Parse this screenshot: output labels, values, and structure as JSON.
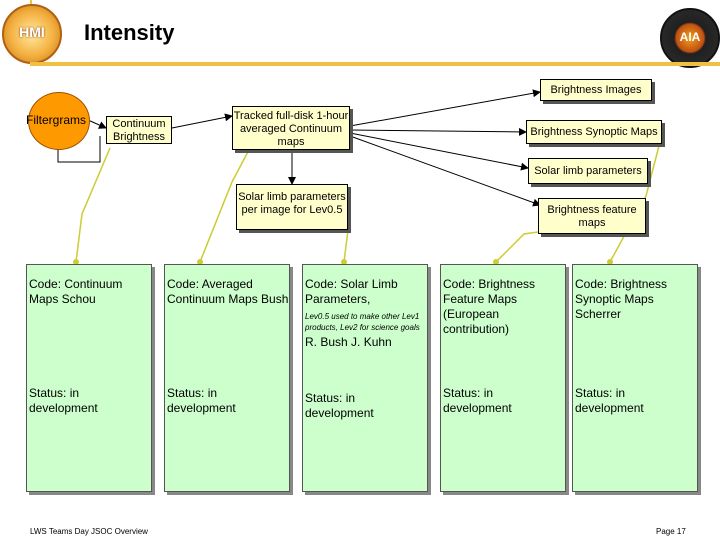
{
  "title": "Intensity",
  "logos": {
    "left": "HMI",
    "right": "AIA"
  },
  "nodes": {
    "filtergrams": "Filtergrams",
    "continuum_brightness": "Continuum Brightness",
    "tracked_maps": "Tracked full-disk 1-hour averaged Continuum maps",
    "brightness_images": "Brightness Images",
    "brightness_synoptic_maps": "Brightness Synoptic Maps",
    "solar_limb_parameters": "Solar limb parameters",
    "solar_limb_per_image": "Solar limb parameters per image for Lev0.5",
    "brightness_feature_maps": "Brightness feature maps"
  },
  "cards": [
    {
      "code": "Code: Continuum Maps Schou",
      "note": "",
      "names": "",
      "status": "Status: in development"
    },
    {
      "code": "Code: Averaged Continuum Maps Bush",
      "note": "",
      "names": "",
      "status": "Status: in development"
    },
    {
      "code": "Code: Solar Limb Parameters,",
      "note": "Lev0.5 used to make other Lev1 products, Lev2 for science goals",
      "names": "R. Bush J. Kuhn",
      "status": "Status: in development"
    },
    {
      "code": "Code: Brightness Feature Maps (European contribution)",
      "note": "",
      "names": "",
      "status": "Status: in development"
    },
    {
      "code": "Code: Brightness Synoptic Maps Scherrer",
      "note": "",
      "names": "",
      "status": "Status: in development"
    }
  ],
  "footer": {
    "left": "LWS Teams Day JSOC Overview",
    "right": "Page 17"
  },
  "colors": {
    "node_fill": "#ffffcc",
    "card_fill": "#ccffcc",
    "source_fill": "#ff9900",
    "link_color": "#000000",
    "pointer_color": "#cccc33",
    "rule_color": "#f0c040"
  }
}
